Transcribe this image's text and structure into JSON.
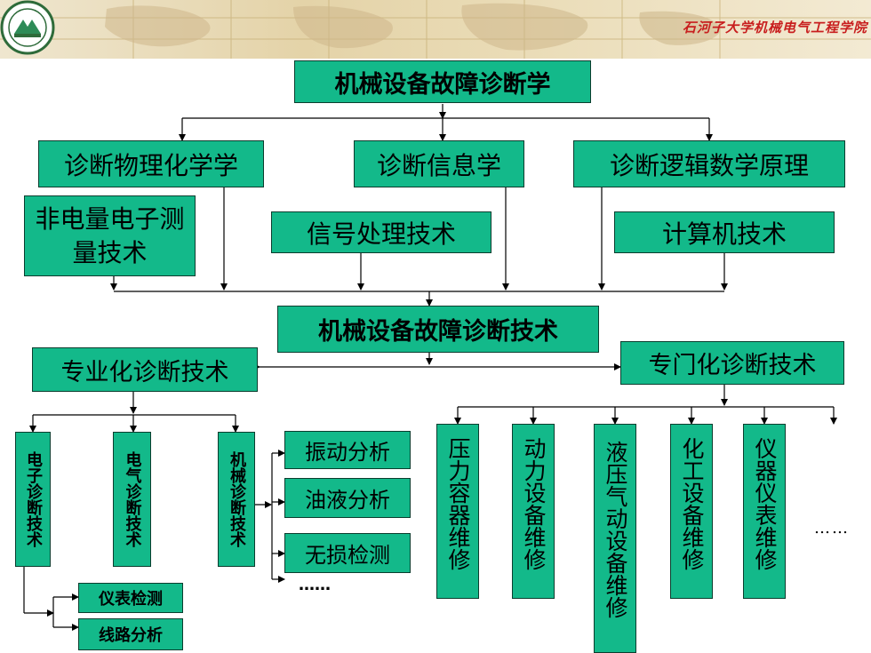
{
  "header": {
    "school": "石河子大学机械电气工程学院"
  },
  "diagram": {
    "title": "机械设备故障诊断学",
    "branches": [
      "诊断物理化学学",
      "诊断信息学",
      "诊断逻辑数学原理"
    ],
    "supports": [
      "非电量电子测量技术",
      "信号处理技术",
      "计算机技术"
    ],
    "center": "机械设备故障诊断技术",
    "specialized": {
      "label": "专业化诊断技术",
      "items": [
        "电子诊断技术",
        "电气诊断技术",
        "机械诊断技术"
      ],
      "electronic_sub": [
        "仪表检测",
        "线路分析"
      ],
      "mechanical_sub": [
        "振动分析",
        "油液分析",
        "无损检测"
      ],
      "mechanical_more": "……"
    },
    "dedicated": {
      "label": "专门化诊断技术",
      "items": [
        "压力容器维修",
        "动力设备维修",
        "液压气动设备维修",
        "化工设备维修",
        "仪器仪表维修"
      ],
      "more": "……"
    }
  }
}
